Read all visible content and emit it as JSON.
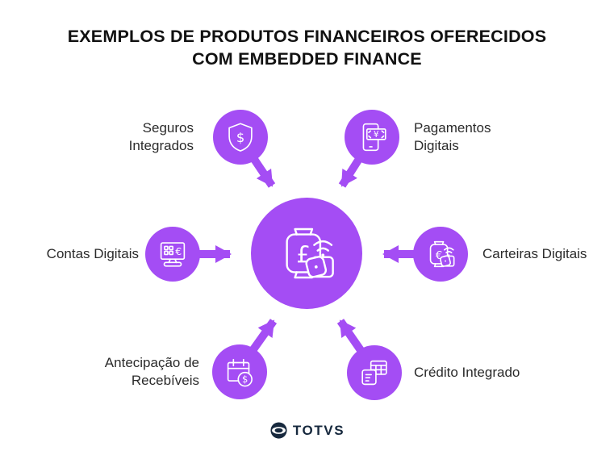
{
  "title": {
    "line1": "EXEMPLOS DE PRODUTOS FINANCEIROS OFERECIDOS",
    "line2": "COM EMBEDDED FINANCE"
  },
  "colors": {
    "accent": "#A44DF4",
    "title_text": "#111111",
    "label_text": "#2B2B2B",
    "logo_navy": "#17293E",
    "icon_stroke": "#FFFFFF",
    "background": "#FFFFFF"
  },
  "center_node": {
    "icon": "wallet-contactless-icon",
    "currency_glyph": "£"
  },
  "nodes": [
    {
      "id": "seguros-integrados",
      "label_line1": "Seguros",
      "label_line2": "Integrados",
      "icon": "shield-dollar-icon",
      "glyph": "$"
    },
    {
      "id": "pagamentos-digitais",
      "label_line1": "Pagamentos",
      "label_line2": "Digitais",
      "icon": "phone-banknote-icon",
      "glyph": "¥"
    },
    {
      "id": "contas-digitais",
      "label_line1": "Contas Digitais",
      "label_line2": "",
      "icon": "monitor-euro-icon",
      "glyph": "€"
    },
    {
      "id": "carteiras-digitais",
      "label_line1": "Carteiras Digitais",
      "label_line2": "",
      "icon": "wallet-contactless-icon",
      "glyph": "€"
    },
    {
      "id": "antecipacao-de-recebiveis",
      "label_line1": "Antecipação de",
      "label_line2": "Recebíveis",
      "icon": "calendar-dollar-icon",
      "glyph": "$"
    },
    {
      "id": "credito-integrado",
      "label_line1": "Crédito Integrado",
      "label_line2": "",
      "icon": "documents-table-icon",
      "glyph": ""
    }
  ],
  "logo": {
    "text": "TOTVS"
  }
}
